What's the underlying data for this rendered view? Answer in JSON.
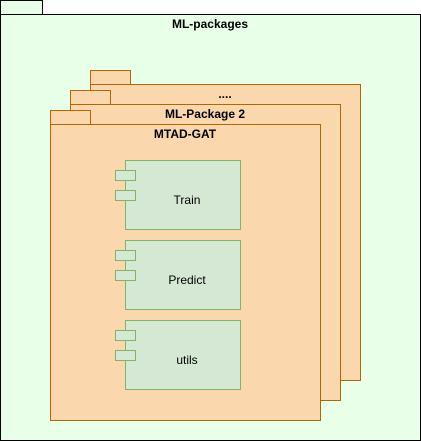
{
  "diagram": {
    "outer_package": {
      "title": "ML-packages"
    },
    "stacked_packages": [
      {
        "title": "...."
      },
      {
        "title": "ML-Package 2"
      },
      {
        "title": "MTAD-GAT"
      }
    ],
    "components": [
      {
        "label": "Train"
      },
      {
        "label": "Predict"
      },
      {
        "label": "utils"
      }
    ]
  },
  "colors": {
    "outer_fill": "#e8ffe8",
    "package_fill": "#fad7ac",
    "package_stroke": "#b46504",
    "component_fill": "#d5e8d4",
    "component_stroke": "#82b366",
    "outer_stroke": "#000000"
  }
}
